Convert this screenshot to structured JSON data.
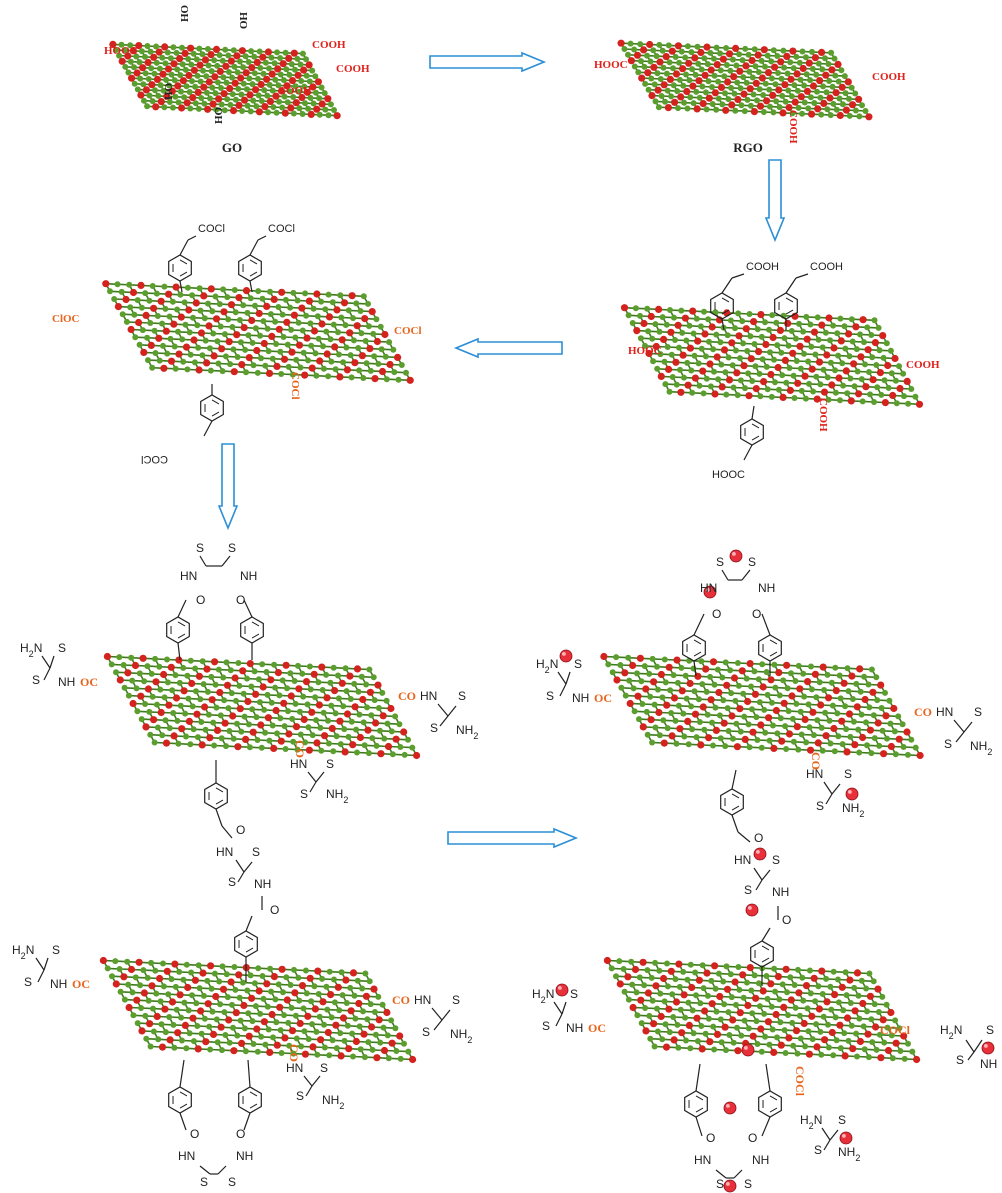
{
  "colors": {
    "carbon_node": "#5b9e2d",
    "oxygen_node": "#d4231f",
    "bond": "#3d7a1e",
    "arrow": "#2b8fd6",
    "red_label": "#e0201a",
    "orange_label": "#e8641c",
    "blue_label": "#2a86c8",
    "ink": "#222222",
    "metal_ion": "#e8303a"
  },
  "labels": {
    "go": "GO",
    "rgo": "RGO",
    "hooc": "HOOC",
    "cooh": "COOH",
    "ho": "HO",
    "cloc": "ClOC",
    "cocl": "COCl",
    "co": "CO",
    "oc": "OC",
    "nh": "NH",
    "hn": "HN",
    "s": "S",
    "o": "O",
    "h2n": "H2N",
    "nh2": "NH2",
    "coochh": "HOOC",
    "cooh_ring": "COOH",
    "cocl_ring": "COCl"
  },
  "arrows": [
    {
      "direction": "right"
    },
    {
      "direction": "down"
    },
    {
      "direction": "left"
    },
    {
      "direction": "down"
    },
    {
      "direction": "right"
    }
  ]
}
